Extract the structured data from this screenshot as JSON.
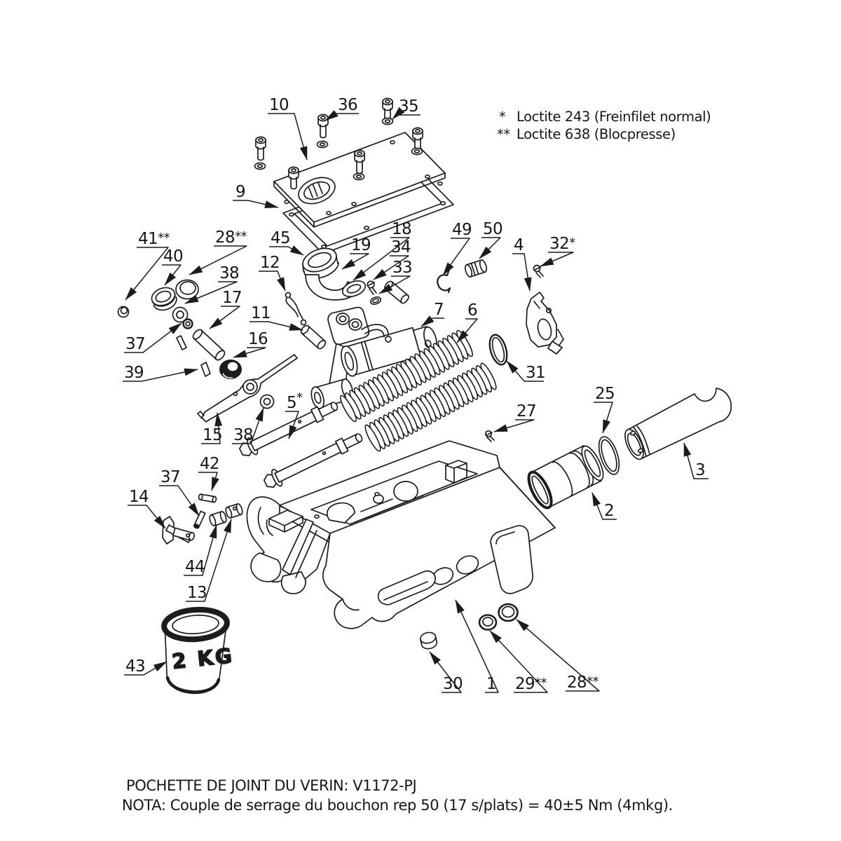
{
  "drawing": {
    "notes": [
      {
        "marker": "*",
        "text": "Loctite 243 (Freinfilet normal)"
      },
      {
        "marker": "**",
        "text": "Loctite 638 (Blocpresse)"
      }
    ],
    "footer": {
      "line1": "POCHETTE DE JOINT DU VERIN: V1172-PJ",
      "line2": "NOTA: Couple de serrage du bouchon rep 50 (17 s/plats) = 40±5 Nm (4mkg)."
    },
    "can_label": "2 KG",
    "callouts": [
      {
        "id": "10",
        "label": "10",
        "suffix": ""
      },
      {
        "id": "36",
        "label": "36",
        "suffix": ""
      },
      {
        "id": "35",
        "label": "35",
        "suffix": ""
      },
      {
        "id": "9",
        "label": "9",
        "suffix": ""
      },
      {
        "id": "41",
        "label": "41",
        "suffix": "**"
      },
      {
        "id": "40",
        "label": "40",
        "suffix": ""
      },
      {
        "id": "28a",
        "label": "28",
        "suffix": "**"
      },
      {
        "id": "38a",
        "label": "38",
        "suffix": ""
      },
      {
        "id": "45",
        "label": "45",
        "suffix": ""
      },
      {
        "id": "12",
        "label": "12",
        "suffix": ""
      },
      {
        "id": "17",
        "label": "17",
        "suffix": ""
      },
      {
        "id": "11",
        "label": "11",
        "suffix": ""
      },
      {
        "id": "19",
        "label": "19",
        "suffix": ""
      },
      {
        "id": "18",
        "label": "18",
        "suffix": ""
      },
      {
        "id": "34",
        "label": "34",
        "suffix": ""
      },
      {
        "id": "33",
        "label": "33",
        "suffix": ""
      },
      {
        "id": "49",
        "label": "49",
        "suffix": ""
      },
      {
        "id": "50",
        "label": "50",
        "suffix": ""
      },
      {
        "id": "4",
        "label": "4",
        "suffix": ""
      },
      {
        "id": "32",
        "label": "32",
        "suffix": "*"
      },
      {
        "id": "7",
        "label": "7",
        "suffix": ""
      },
      {
        "id": "6",
        "label": "6",
        "suffix": ""
      },
      {
        "id": "31",
        "label": "31",
        "suffix": ""
      },
      {
        "id": "37a",
        "label": "37",
        "suffix": ""
      },
      {
        "id": "39",
        "label": "39",
        "suffix": ""
      },
      {
        "id": "16",
        "label": "16",
        "suffix": ""
      },
      {
        "id": "15",
        "label": "15",
        "suffix": ""
      },
      {
        "id": "38b",
        "label": "38",
        "suffix": ""
      },
      {
        "id": "5",
        "label": "5",
        "suffix": "*"
      },
      {
        "id": "25",
        "label": "25",
        "suffix": ""
      },
      {
        "id": "27",
        "label": "27",
        "suffix": ""
      },
      {
        "id": "3",
        "label": "3",
        "suffix": ""
      },
      {
        "id": "2",
        "label": "2",
        "suffix": ""
      },
      {
        "id": "42",
        "label": "42",
        "suffix": ""
      },
      {
        "id": "37b",
        "label": "37",
        "suffix": ""
      },
      {
        "id": "14",
        "label": "14",
        "suffix": ""
      },
      {
        "id": "44",
        "label": "44",
        "suffix": ""
      },
      {
        "id": "13",
        "label": "13",
        "suffix": ""
      },
      {
        "id": "43",
        "label": "43",
        "suffix": ""
      },
      {
        "id": "30",
        "label": "30",
        "suffix": ""
      },
      {
        "id": "1",
        "label": "1",
        "suffix": ""
      },
      {
        "id": "29",
        "label": "29",
        "suffix": "**"
      },
      {
        "id": "28b",
        "label": "28",
        "suffix": "**"
      }
    ]
  }
}
